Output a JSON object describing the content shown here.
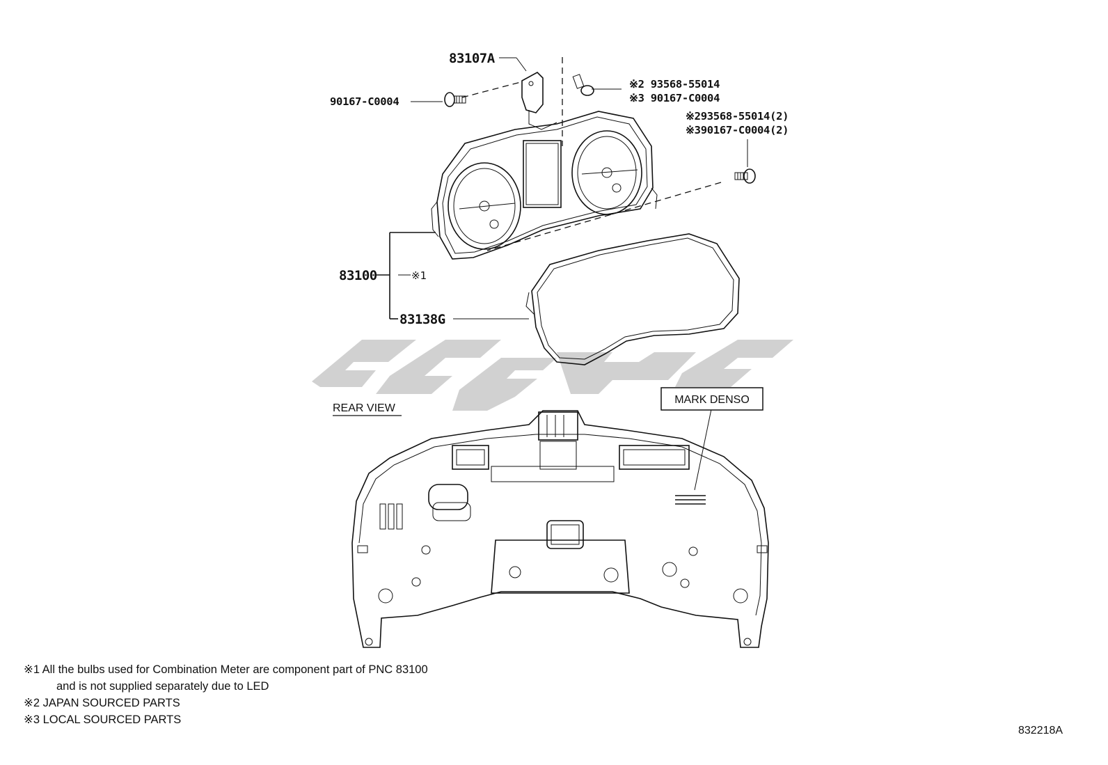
{
  "parts": {
    "bracket": "83107A",
    "meter_assy": "83100",
    "meter_assy_note": "※1",
    "glass": "83138G",
    "left_screw": "90167-C0004",
    "top_screw_jp": "※2 93568-55014",
    "top_screw_local": "※3 90167-C0004",
    "right_screw_jp": "※293568-55014(2)",
    "right_screw_local": "※390167-C0004(2)"
  },
  "rear_view": {
    "label": "REAR VIEW",
    "callout": "MARK DENSO"
  },
  "notes": [
    "※1 All the bulbs used for Combination Meter are component part of PNC 83100",
    "and is not supplied separately due to LED",
    "※2 JAPAN SOURCED PARTS",
    "※3 LOCAL SOURCED PARTS"
  ],
  "reference_number": "832218A",
  "colors": {
    "ink": "#111111",
    "watermark": "#c9c9c9",
    "background": "#ffffff"
  }
}
